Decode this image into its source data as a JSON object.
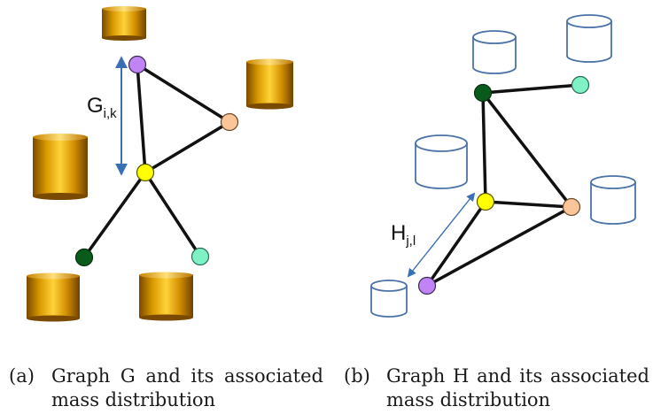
{
  "colors": {
    "edge": "#111111",
    "node_purple": "#c084f5",
    "node_peach": "#fbc59a",
    "node_yellow": "#ffff00",
    "node_darkgreen": "#0a5a1c",
    "node_mint": "#7ef2c4",
    "arrow": "#3a6fb3",
    "cylinder_outline": "#4a72a8",
    "gold_light": "#ffcc33",
    "gold_dark": "#8a5a00"
  },
  "panel_a": {
    "distance_label": "G",
    "distance_subscript": "i,k",
    "caption_label": "(a)",
    "caption_line1_words": [
      "Graph",
      "G",
      "and",
      "its",
      "associated"
    ],
    "caption_line2": "mass distribution"
  },
  "panel_b": {
    "distance_label": "H",
    "distance_subscript": "j,l",
    "caption_label": "(b)",
    "caption_line1_words": [
      "Graph",
      "H",
      "and",
      "its",
      "associated"
    ],
    "caption_line2": "mass distribution"
  }
}
